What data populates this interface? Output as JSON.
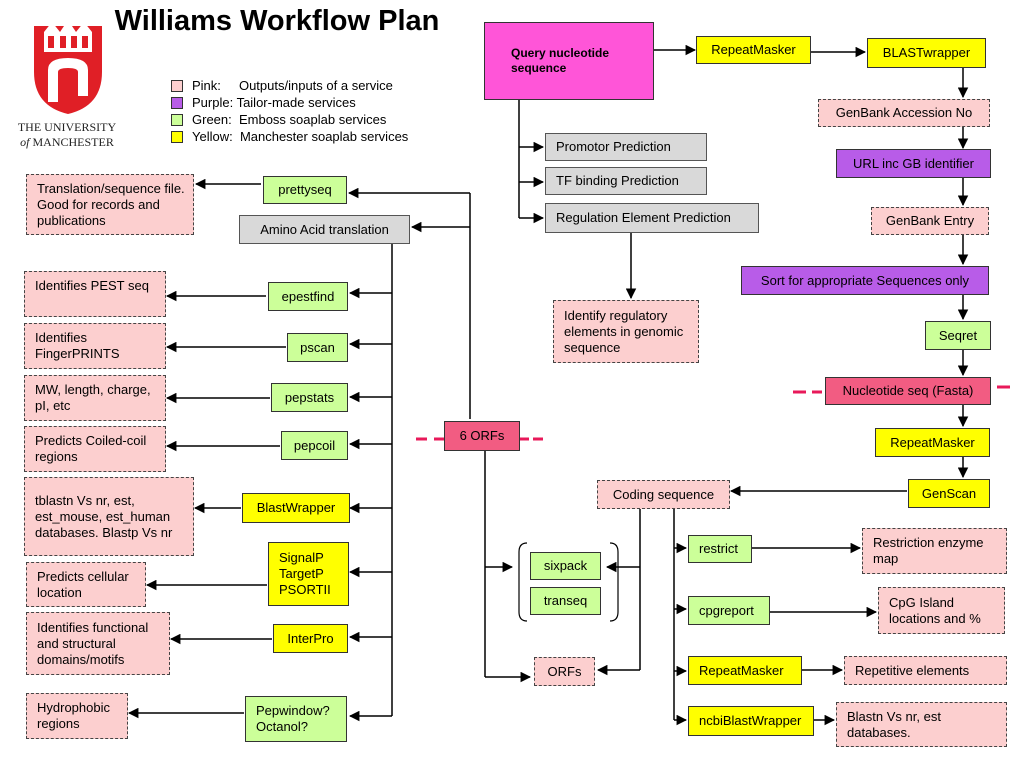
{
  "title": "Williams Workflow Plan",
  "university": {
    "line1": "THE UNIVERSITY",
    "line2_of": "of",
    "line2": "MANCHESTER"
  },
  "legend": [
    {
      "label": "Pink:     Outputs/inputs of a service",
      "color": "#fccfcf"
    },
    {
      "label": "Purple: Tailor-made services",
      "color": "#b85ce8"
    },
    {
      "label": "Green:  Emboss soaplab services",
      "color": "#ccff99"
    },
    {
      "label": "Yellow:  Manchester soaplab services",
      "color": "#ffff00"
    }
  ],
  "nodes": {
    "query": "Query nucleotide sequence",
    "repeatmasker_top": "RepeatMasker",
    "blastwrapper_top": "BLASTwrapper",
    "genbank_acc": "GenBank Accession No",
    "url_gb": "URL inc GB identifier",
    "genbank_entry": "GenBank Entry",
    "sort_seq": "Sort for appropriate Sequences only",
    "seqret": "Seqret",
    "nucleotide_fasta": "Nucleotide seq (Fasta)",
    "repeatmasker_mid": "RepeatMasker",
    "genscan": "GenScan",
    "promotor": "Promotor Prediction",
    "tf_binding": "TF binding Prediction",
    "regulation": "Regulation Element Prediction",
    "identify_regulatory": "Identify regulatory elements in genomic sequence",
    "coding_sequence": "Coding sequence",
    "restrict": "restrict",
    "restriction_map": "Restriction enzyme map",
    "cpgreport": "cpgreport",
    "cpg_island": "CpG Island locations and %",
    "repeatmasker_low": "RepeatMasker",
    "repetitive": "Repetitive elements",
    "ncbiblast": "ncbiBlastWrapper",
    "blastn_out": "Blastn Vs nr, est databases.",
    "six_orfs": "6 ORFs",
    "sixpack": "sixpack",
    "transeq": "transeq",
    "orfs": "ORFs",
    "prettyseq": "prettyseq",
    "translation_out": "Translation/sequence file. Good for records and publications",
    "amino_acid": "Amino Acid translation",
    "epestfind": "epestfind",
    "pest_out": "Identifies PEST seq",
    "pscan": "pscan",
    "pscan_out": "Identifies FingerPRINTS",
    "pepstats": "pepstats",
    "pepstats_out": "MW, length, charge, pI, etc",
    "pepcoil": "pepcoil",
    "pepcoil_out": "Predicts Coiled-coil regions",
    "blastwrapper_left": "BlastWrapper",
    "blast_left_out": "tblastn Vs nr, est, est_mouse, est_human databases. Blastp Vs nr",
    "signalp": "SignalP TargetP PSORTII",
    "cellular_out": "Predicts cellular location",
    "interpro": "InterPro",
    "interpro_out": "Identifies functional and structural domains/motifs",
    "pepwindow": "Pepwindow? Octanol?",
    "hydrophobic_out": "Hydrophobic regions"
  }
}
